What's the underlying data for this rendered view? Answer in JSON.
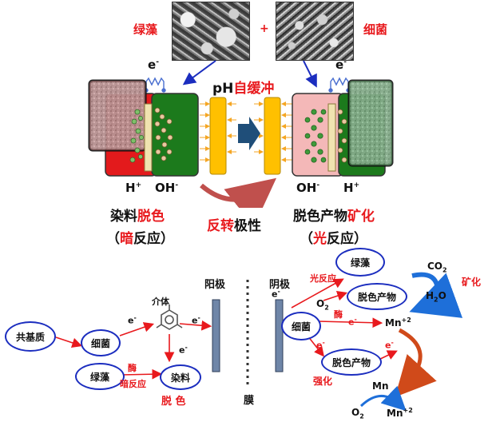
{
  "top": {
    "algae_label": "绿藻",
    "plus": "+",
    "bacteria_label": "细菌",
    "electron_left": "e",
    "electron_right": "e",
    "electron_sup": "-",
    "ph_prefix": "pH",
    "ph_suffix": "自缓冲",
    "h_plus": "H",
    "plus_sup": "+",
    "oh": "OH",
    "minus_sup": "-",
    "left_line1_black": "染料",
    "left_line1_red": "脱色",
    "left_line2_open": "（",
    "left_line2_red": "暗",
    "left_line2_black": "反应）",
    "reverse_red": "反转",
    "reverse_black": "极性",
    "right_line1_black": "脱色产物",
    "right_line1_red": "矿化",
    "right_line2_open": "（",
    "right_line2_red": "光",
    "right_line2_black": "反应）"
  },
  "bottom": {
    "cosubstrate": "共基质",
    "bacteria": "细菌",
    "algae": "绿藻",
    "mediator": "介体",
    "dye": "染料",
    "enzyme": "酶",
    "dark_reaction": "暗反应",
    "decolor": "脱 色",
    "anode": "阳极",
    "membrane": "膜",
    "cathode": "阴极",
    "e_minus": "e",
    "minus_sup": "-",
    "r_algae": "绿藻",
    "photo_reaction": "光反应",
    "o2": "O",
    "sub2": "2",
    "r_product1": "脱色产物",
    "r_enzyme": "酶",
    "r_bacteria": "细菌",
    "r_product2": "脱色产物",
    "strengthen": "强化",
    "co": "CO",
    "h": "H",
    "o_tail": "O",
    "mineralize": "矿化",
    "mn2": "Mn",
    "plus2_sup": "+2",
    "mn": "Mn",
    "o2_bottom": "O",
    "mn2_bottom": "Mn"
  }
}
